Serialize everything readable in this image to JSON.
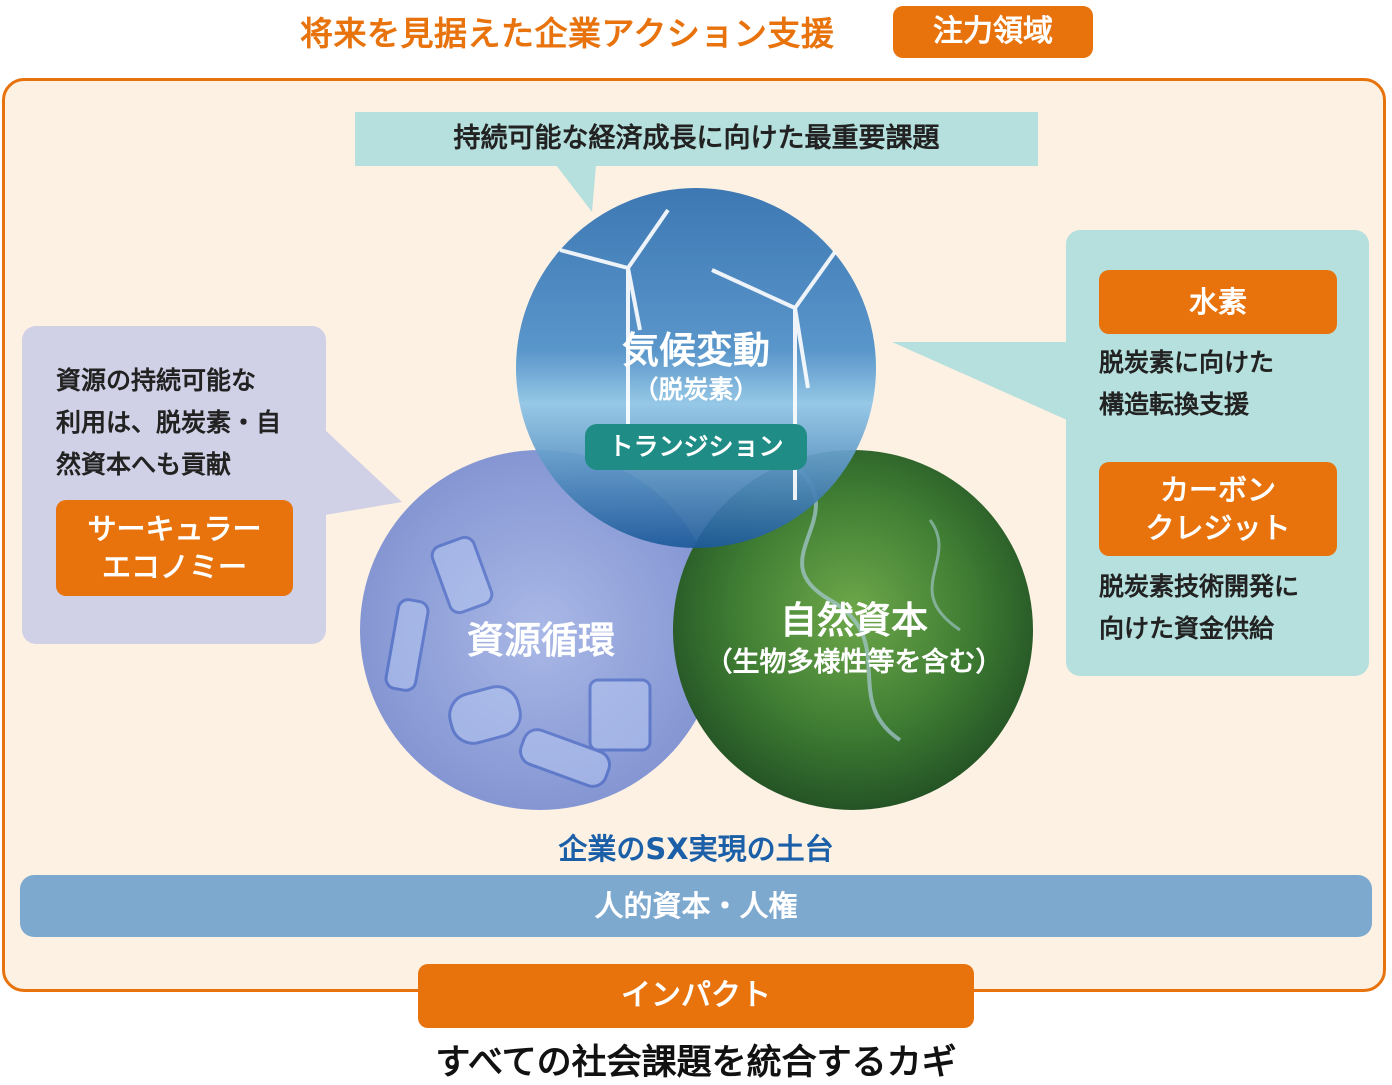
{
  "header": {
    "title": "将来を見据えた企業アクション支援",
    "badge": "注力領域"
  },
  "top_bubble": "持続可能な経済成長に向けた最重要課題",
  "circles": {
    "climate": {
      "title": "気候変動",
      "sub": "（脱炭素）"
    },
    "resource": {
      "title": "資源循環"
    },
    "nature": {
      "title": "自然資本",
      "sub": "（生物多様性等を含む）"
    }
  },
  "transition_badge": "トランジション",
  "left_panel": {
    "lines": [
      "資源の持続可能な",
      "利用は、脱炭素・自",
      "然資本へも貢献"
    ],
    "button_lines": [
      "サーキュラー",
      "エコノミー"
    ]
  },
  "right_panel": {
    "hydrogen": {
      "button": "水素",
      "lines": [
        "脱炭素に向けた",
        "構造転換支援"
      ]
    },
    "carbon": {
      "button_lines": [
        "カーボン",
        "クレジット"
      ],
      "lines": [
        "脱炭素技術開発に",
        "向けた資金供給"
      ]
    }
  },
  "foundation_label": "企業のSX実現の土台",
  "human_bar": "人的資本・人権",
  "impact": "インパクト",
  "bottom_text": "すべての社会課題を統合するカギ",
  "colors": {
    "orange": "#e8730c",
    "teal_light": "#b5e0de",
    "lavender": "#d0d0e6",
    "frame_bg": "#fdf1e3",
    "blue_bar": "#7ea9cf",
    "sx_blue": "#1a5fa8",
    "transition_teal": "#1f8c86"
  }
}
